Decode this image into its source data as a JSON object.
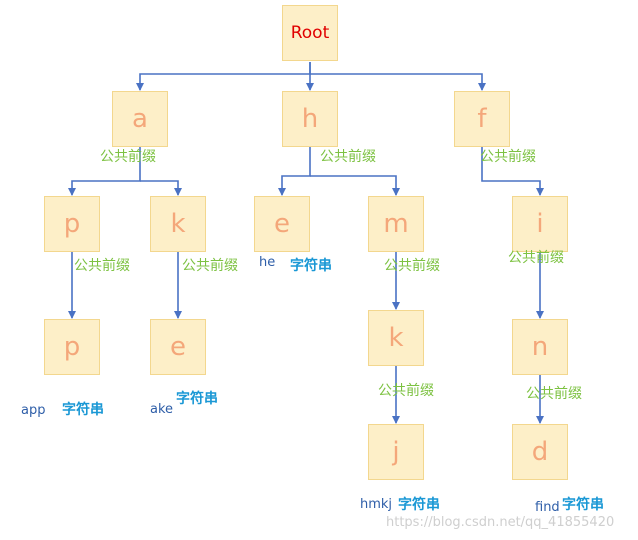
{
  "colors": {
    "edge": "#4a72c4",
    "node_fill": "#fdefc8",
    "node_text": "#f4a77a",
    "root_text": "#e00000",
    "prefix_label": "#7dc242",
    "string_label": "#1a98d5",
    "word_label": "#2e5ea8"
  },
  "nodes": {
    "root": "Root",
    "a": "a",
    "h": "h",
    "f": "f",
    "p1": "p",
    "k1": "k",
    "e1": "e",
    "m": "m",
    "i": "i",
    "p2": "p",
    "e2": "e",
    "k2": "k",
    "n": "n",
    "j": "j",
    "d": "d"
  },
  "labels": {
    "common_prefix": "公共前缀",
    "string": "字符串",
    "words": {
      "app": "app",
      "ake": "ake",
      "he": "he",
      "hmkj": "hmkj",
      "find": "find"
    }
  },
  "watermark": "https://blog.csdn.net/qq_41855420"
}
